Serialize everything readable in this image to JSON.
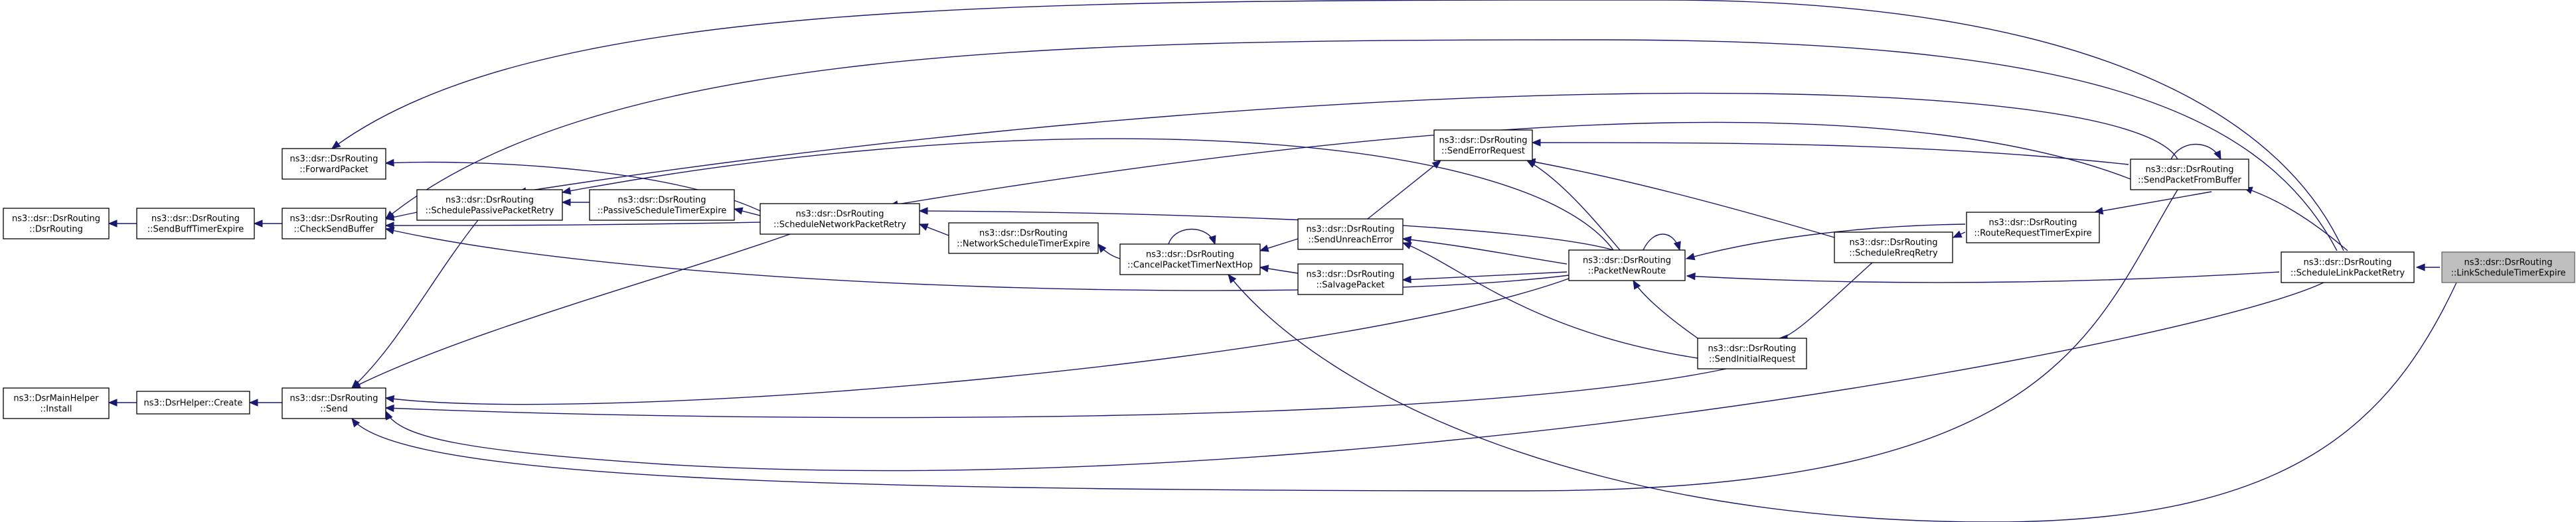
{
  "graph": {
    "title": "",
    "nodes": [
      {
        "id": "root",
        "lines": [
          "ns3::dsr::DsrRouting",
          "::LinkScheduleTimerExpire"
        ],
        "highlight": true
      },
      {
        "id": "slpr",
        "lines": [
          "ns3::dsr::DsrRouting",
          "::ScheduleLinkPacketRetry"
        ]
      },
      {
        "id": "spfb",
        "lines": [
          "ns3::dsr::DsrRouting",
          "::SendPacketFromBuffer"
        ]
      },
      {
        "id": "rrte",
        "lines": [
          "ns3::dsr::DsrRouting",
          "::RouteRequestTimerExpire"
        ]
      },
      {
        "id": "srr",
        "lines": [
          "ns3::dsr::DsrRouting",
          "::ScheduleRreqRetry"
        ]
      },
      {
        "id": "sir",
        "lines": [
          "ns3::dsr::DsrRouting",
          "::SendInitialRequest"
        ]
      },
      {
        "id": "pnr",
        "lines": [
          "ns3::dsr::DsrRouting",
          "::PacketNewRoute"
        ]
      },
      {
        "id": "ser",
        "lines": [
          "ns3::dsr::DsrRouting",
          "::SendErrorRequest"
        ]
      },
      {
        "id": "sue",
        "lines": [
          "ns3::dsr::DsrRouting",
          "::SendUnreachError"
        ]
      },
      {
        "id": "salv",
        "lines": [
          "ns3::dsr::DsrRouting",
          "::SalvagePacket"
        ]
      },
      {
        "id": "cptn",
        "lines": [
          "ns3::dsr::DsrRouting",
          "::CancelPacketTimerNextHop"
        ]
      },
      {
        "id": "nste",
        "lines": [
          "ns3::dsr::DsrRouting",
          "::NetworkScheduleTimerExpire"
        ]
      },
      {
        "id": "snpr",
        "lines": [
          "ns3::dsr::DsrRouting",
          "::ScheduleNetworkPacketRetry"
        ]
      },
      {
        "id": "pste",
        "lines": [
          "ns3::dsr::DsrRouting",
          "::PassiveScheduleTimerExpire"
        ]
      },
      {
        "id": "sppr",
        "lines": [
          "ns3::dsr::DsrRouting",
          "::SchedulePassivePacketRetry"
        ]
      },
      {
        "id": "fwd",
        "lines": [
          "ns3::dsr::DsrRouting",
          "::ForwardPacket"
        ]
      },
      {
        "id": "csb",
        "lines": [
          "ns3::dsr::DsrRouting",
          "::CheckSendBuffer"
        ]
      },
      {
        "id": "send",
        "lines": [
          "ns3::dsr::DsrRouting",
          "::Send"
        ]
      },
      {
        "id": "sbte",
        "lines": [
          "ns3::dsr::DsrRouting",
          "::SendBuffTimerExpire"
        ]
      },
      {
        "id": "ctor",
        "lines": [
          "ns3::dsr::DsrRouting",
          "::DsrRouting"
        ]
      },
      {
        "id": "hcreate",
        "lines": [
          "ns3::DsrHelper::Create"
        ]
      },
      {
        "id": "install",
        "lines": [
          "ns3::DsrMainHelper",
          "::Install"
        ]
      }
    ]
  }
}
